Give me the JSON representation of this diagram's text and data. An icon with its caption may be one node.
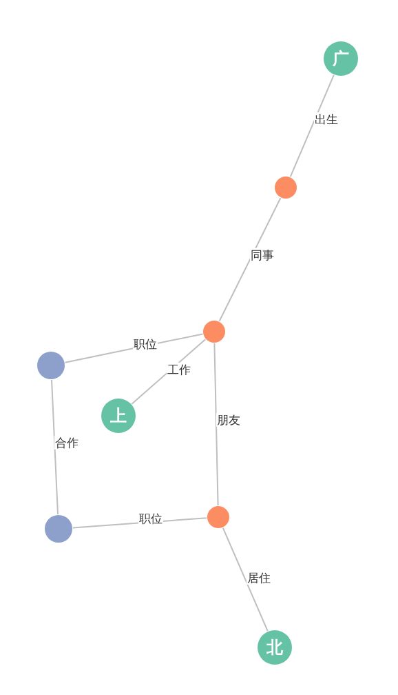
{
  "diagram": {
    "nodes": [
      {
        "text": [
          "广"
        ]
      },
      {
        "text": [],
        "shape": "circle"
      },
      {
        "text": [],
        "shape": "circle"
      },
      {
        "text": [],
        "shape": "circle"
      },
      {
        "text": [
          "上"
        ]
      },
      {
        "text": [],
        "shape": "circle"
      },
      {
        "text": [],
        "shape": "circle"
      },
      {
        "text": [
          "北"
        ]
      }
    ],
    "edges": [
      {
        "from": 1,
        "to": 0,
        "arrow": "none",
        "label": "出生"
      },
      {
        "from": 2,
        "to": 1,
        "arrow": "none",
        "label": "同事"
      },
      {
        "from": 2,
        "to": 3,
        "arrow": "none",
        "label": "职位"
      },
      {
        "from": 2,
        "to": 4,
        "arrow": "none",
        "label": "工作"
      },
      {
        "from": 2,
        "to": 6,
        "arrow": "none",
        "label": "朋友"
      },
      {
        "from": 3,
        "to": 5,
        "arrow": "none",
        "label": "合作"
      },
      {
        "from": 6,
        "to": 5,
        "arrow": "none",
        "label": "职位"
      },
      {
        "from": 6,
        "to": 7,
        "arrow": "none",
        "label": "居住"
      }
    ]
  }
}
